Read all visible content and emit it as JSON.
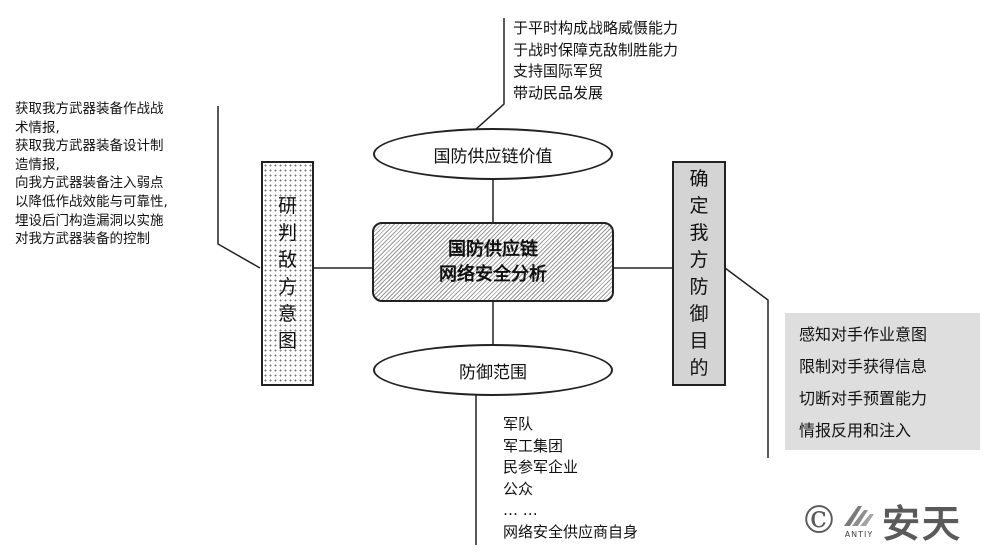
{
  "center": {
    "line1": "国防供应链",
    "line2": "网络安全分析"
  },
  "top_node": {
    "label": "国防供应链价值",
    "items": [
      "于平时构成战略威慑能力",
      "于战时保障克敌制胜能力",
      "支持国际军贸",
      "带动民品发展"
    ]
  },
  "bottom_node": {
    "label": "防御范围",
    "items": [
      "军队",
      "军工集团",
      "民参军企业",
      "公众",
      "… …",
      "网络安全供应商自身"
    ]
  },
  "left_node": {
    "label_chars": [
      "研",
      "判",
      "敌",
      "方",
      "意",
      "图"
    ],
    "items": [
      "获取我方武器装备作战战",
      "术情报,",
      "获取我方武器装备设计制",
      "造情报,",
      "向我方武器装备注入弱点",
      "以降低作战效能与可靠性,",
      "埋设后门构造漏洞以实施",
      "对我方武器装备的控制"
    ]
  },
  "right_node": {
    "label_chars": [
      "确",
      "定",
      "我",
      "方",
      "防",
      "御",
      "目",
      "的"
    ],
    "items": [
      "感知对手作业意图",
      "限制对手获得信息",
      "切断对手预置能力",
      "情报反用和注入"
    ]
  },
  "logo": {
    "copyright": "©",
    "wordmark": "ANTIY",
    "brand": "安天"
  },
  "colors": {
    "line": "#222222",
    "gray_panel": "#dedede",
    "gray_box": "#d4d4d4",
    "logo": "#5a5a5a"
  }
}
